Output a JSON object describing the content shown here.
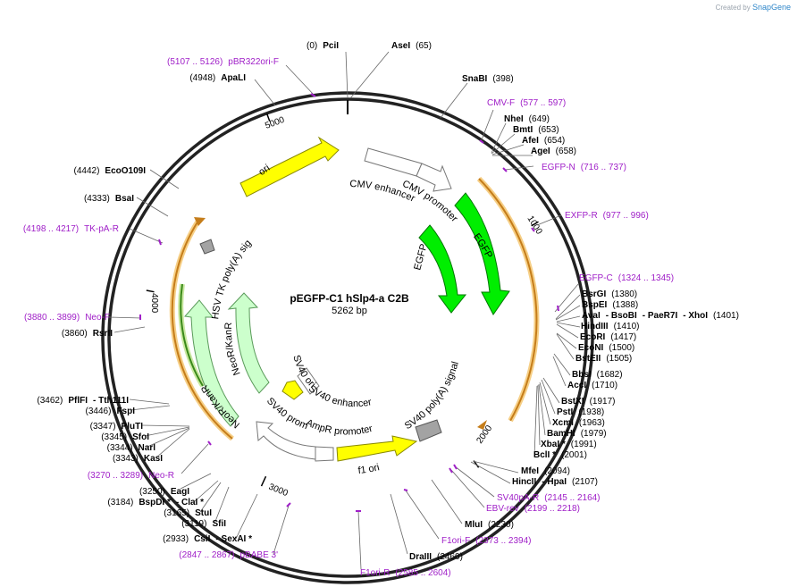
{
  "watermark": {
    "prefix": "Created by",
    "name": "SnapGene"
  },
  "plasmid": {
    "name": "pEGFP-C1 hSlp4-a C2B",
    "length": "5262 bp"
  },
  "ring_ticks": [
    "1000",
    "2000",
    "3000",
    "4000",
    "5000"
  ],
  "features": [
    {
      "id": "ori",
      "label": "ori",
      "color": "#ffff00"
    },
    {
      "id": "cmv-enhancer",
      "label": "CMV enhancer",
      "color": "#ffffff"
    },
    {
      "id": "cmv-promoter",
      "label": "CMV promoter",
      "color": "#ffffff"
    },
    {
      "id": "egfp-outer",
      "label": "EGFP",
      "color": "#00ee00"
    },
    {
      "id": "egfp-inner",
      "label": "EGFP",
      "color": "#00ee00"
    },
    {
      "id": "sv40-polya",
      "label": "SV40 poly(A) signal",
      "color": "#999999"
    },
    {
      "id": "f1-ori",
      "label": "f1 ori",
      "color": "#ffff00"
    },
    {
      "id": "ampr-promoter",
      "label": "AmpR promoter",
      "color": "#ffffff"
    },
    {
      "id": "sv40-promoter",
      "label": "SV40 promoter",
      "color": "#ffffff"
    },
    {
      "id": "sv40-ori",
      "label": "SV40 ori",
      "color": "#ffff00"
    },
    {
      "id": "sv40-enhancer",
      "label": "SV40 enhancer",
      "color": "#ffffff"
    },
    {
      "id": "neo-inner",
      "label": "NeoR/KanR",
      "color": "#ccffcc"
    },
    {
      "id": "neo-outer",
      "label": "NeoR/KanR",
      "color": "#ccffcc"
    },
    {
      "id": "hsv-tk",
      "label": "HSV TK poly(A) signal",
      "color": "#999999"
    }
  ],
  "sites": [
    {
      "id": "pcii",
      "parts": [
        {
          "t": "(0)",
          "c": "pos"
        },
        {
          "t": "PciI",
          "c": "name"
        }
      ]
    },
    {
      "id": "asei",
      "parts": [
        {
          "t": "AseI",
          "c": "name"
        },
        {
          "t": "(65)",
          "c": "pos"
        }
      ]
    },
    {
      "id": "snabi",
      "parts": [
        {
          "t": "SnaBI",
          "c": "name"
        },
        {
          "t": "(398)",
          "c": "pos"
        }
      ]
    },
    {
      "id": "cmv-f",
      "parts": [
        {
          "t": "CMV-F",
          "c": "primer"
        },
        {
          "t": "(577 .. 597)",
          "c": "primer"
        }
      ]
    },
    {
      "id": "nhei",
      "parts": [
        {
          "t": "NheI",
          "c": "name"
        },
        {
          "t": "(649)",
          "c": "pos"
        }
      ]
    },
    {
      "id": "bmti",
      "parts": [
        {
          "t": "BmtI",
          "c": "name"
        },
        {
          "t": "(653)",
          "c": "pos"
        }
      ]
    },
    {
      "id": "afei",
      "parts": [
        {
          "t": "AfeI",
          "c": "name"
        },
        {
          "t": "(654)",
          "c": "pos"
        }
      ]
    },
    {
      "id": "agei",
      "parts": [
        {
          "t": "AgeI",
          "c": "name"
        },
        {
          "t": "(658)",
          "c": "pos"
        }
      ]
    },
    {
      "id": "egfp-n",
      "parts": [
        {
          "t": "EGFP-N",
          "c": "primer"
        },
        {
          "t": "(716 .. 737)",
          "c": "primer"
        }
      ]
    },
    {
      "id": "exfp-r",
      "parts": [
        {
          "t": "EXFP-R",
          "c": "primer"
        },
        {
          "t": "(977 .. 996)",
          "c": "primer"
        }
      ]
    },
    {
      "id": "egfp-c",
      "parts": [
        {
          "t": "EGFP-C",
          "c": "primer"
        },
        {
          "t": "(1324 .. 1345)",
          "c": "primer"
        }
      ]
    },
    {
      "id": "bsrgi",
      "parts": [
        {
          "t": "BsrGI",
          "c": "name"
        },
        {
          "t": "(1380)",
          "c": "pos"
        }
      ]
    },
    {
      "id": "bspei",
      "parts": [
        {
          "t": "BspEI",
          "c": "name"
        },
        {
          "t": "(1388)",
          "c": "pos"
        }
      ]
    },
    {
      "id": "avai",
      "parts": [
        {
          "t": "AvaI",
          "c": "name"
        },
        {
          "t": "- BsoBI",
          "c": "name"
        },
        {
          "t": "- PaeR7I",
          "c": "name"
        },
        {
          "t": "- XhoI",
          "c": "name"
        },
        {
          "t": "(1401)",
          "c": "pos"
        }
      ]
    },
    {
      "id": "hindiii",
      "parts": [
        {
          "t": "HindIII",
          "c": "name"
        },
        {
          "t": "(1410)",
          "c": "pos"
        }
      ]
    },
    {
      "id": "ecori",
      "parts": [
        {
          "t": "EcoRI",
          "c": "name"
        },
        {
          "t": "(1417)",
          "c": "pos"
        }
      ]
    },
    {
      "id": "econi",
      "parts": [
        {
          "t": "EcoNI",
          "c": "name"
        },
        {
          "t": "(1500)",
          "c": "pos"
        }
      ]
    },
    {
      "id": "bsteii",
      "parts": [
        {
          "t": "BstEII",
          "c": "name"
        },
        {
          "t": "(1505)",
          "c": "pos"
        }
      ]
    },
    {
      "id": "bbsi",
      "parts": [
        {
          "t": "BbsI",
          "c": "name"
        },
        {
          "t": "(1682)",
          "c": "pos"
        }
      ]
    },
    {
      "id": "acci",
      "parts": [
        {
          "t": "AccI",
          "c": "name"
        },
        {
          "t": "(1710)",
          "c": "pos"
        }
      ]
    },
    {
      "id": "bstxi",
      "parts": [
        {
          "t": "BstXI",
          "c": "name"
        },
        {
          "t": "(1917)",
          "c": "pos"
        }
      ]
    },
    {
      "id": "psti",
      "parts": [
        {
          "t": "PstI",
          "c": "name"
        },
        {
          "t": "(1938)",
          "c": "pos"
        }
      ]
    },
    {
      "id": "xcmi",
      "parts": [
        {
          "t": "XcmI",
          "c": "name"
        },
        {
          "t": "(1963)",
          "c": "pos"
        }
      ]
    },
    {
      "id": "bamhi",
      "parts": [
        {
          "t": "BamHI",
          "c": "name"
        },
        {
          "t": "(1979)",
          "c": "pos"
        }
      ]
    },
    {
      "id": "xbai",
      "parts": [
        {
          "t": "XbaI *",
          "c": "name"
        },
        {
          "t": "(1991)",
          "c": "pos"
        }
      ]
    },
    {
      "id": "bcli",
      "parts": [
        {
          "t": "BclI *",
          "c": "name"
        },
        {
          "t": "(2001)",
          "c": "pos"
        }
      ]
    },
    {
      "id": "mfei",
      "parts": [
        {
          "t": "MfeI",
          "c": "name"
        },
        {
          "t": "(2094)",
          "c": "pos"
        }
      ]
    },
    {
      "id": "hincii",
      "parts": [
        {
          "t": "HincII",
          "c": "name"
        },
        {
          "t": "- HpaI",
          "c": "name"
        },
        {
          "t": "(2107)",
          "c": "pos"
        }
      ]
    },
    {
      "id": "sv40pa-r",
      "parts": [
        {
          "t": "SV40pA-R",
          "c": "primer"
        },
        {
          "t": "(2145 .. 2164)",
          "c": "primer"
        }
      ]
    },
    {
      "id": "ebv-rev",
      "parts": [
        {
          "t": "EBV-rev",
          "c": "primer"
        },
        {
          "t": "(2199 .. 2218)",
          "c": "primer"
        }
      ]
    },
    {
      "id": "mlui",
      "parts": [
        {
          "t": "MluI",
          "c": "name"
        },
        {
          "t": "(2230)",
          "c": "pos"
        }
      ]
    },
    {
      "id": "f1ori-f",
      "parts": [
        {
          "t": "F1ori-F",
          "c": "primer"
        },
        {
          "t": "(2373 .. 2394)",
          "c": "primer"
        }
      ]
    },
    {
      "id": "draiii",
      "parts": [
        {
          "t": "DraIII",
          "c": "name"
        },
        {
          "t": "(2460)",
          "c": "pos"
        }
      ]
    },
    {
      "id": "f1ori-r",
      "parts": [
        {
          "t": "F1ori-R",
          "c": "primer"
        },
        {
          "t": "(2585 .. 2604)",
          "c": "primer"
        }
      ]
    },
    {
      "id": "pbabe3",
      "parts": [
        {
          "t": "(2847 .. 2867)",
          "c": "primer"
        },
        {
          "t": "pBABE 3'",
          "c": "primer"
        }
      ]
    },
    {
      "id": "csii",
      "parts": [
        {
          "t": "(2933)",
          "c": "pos"
        },
        {
          "t": "CsiI",
          "c": "name"
        },
        {
          "t": "- SexAI *",
          "c": "name"
        }
      ]
    },
    {
      "id": "sfii",
      "parts": [
        {
          "t": "(3119)",
          "c": "pos"
        },
        {
          "t": "SfiI",
          "c": "name"
        }
      ]
    },
    {
      "id": "stui",
      "parts": [
        {
          "t": "(3165)",
          "c": "pos"
        },
        {
          "t": "StuI",
          "c": "name"
        }
      ]
    },
    {
      "id": "bspdi",
      "parts": [
        {
          "t": "(3184)",
          "c": "pos"
        },
        {
          "t": "BspDI *",
          "c": "name"
        },
        {
          "t": "- ClaI *",
          "c": "name"
        }
      ]
    },
    {
      "id": "eagi",
      "parts": [
        {
          "t": "(3250)",
          "c": "pos"
        },
        {
          "t": "EagI",
          "c": "name"
        }
      ]
    },
    {
      "id": "neo-r",
      "parts": [
        {
          "t": "(3270 .. 3289)",
          "c": "primer"
        },
        {
          "t": "Neo-R",
          "c": "primer"
        }
      ]
    },
    {
      "id": "kasi",
      "parts": [
        {
          "t": "(3343)",
          "c": "pos"
        },
        {
          "t": "KasI",
          "c": "name"
        }
      ]
    },
    {
      "id": "nari",
      "parts": [
        {
          "t": "(3344)",
          "c": "pos"
        },
        {
          "t": "NarI",
          "c": "name"
        }
      ]
    },
    {
      "id": "sfoi",
      "parts": [
        {
          "t": "(3345)",
          "c": "pos"
        },
        {
          "t": "SfoI",
          "c": "name"
        }
      ]
    },
    {
      "id": "pluti",
      "parts": [
        {
          "t": "(3347)",
          "c": "pos"
        },
        {
          "t": "PluTI",
          "c": "name"
        }
      ]
    },
    {
      "id": "fspi",
      "parts": [
        {
          "t": "(3446)",
          "c": "pos"
        },
        {
          "t": "FspI",
          "c": "name"
        }
      ]
    },
    {
      "id": "pflfi",
      "parts": [
        {
          "t": "(3462)",
          "c": "pos"
        },
        {
          "t": "PflFI",
          "c": "name"
        },
        {
          "t": "- Tth111I",
          "c": "name"
        }
      ]
    },
    {
      "id": "rsrii",
      "parts": [
        {
          "t": "(3860)",
          "c": "pos"
        },
        {
          "t": "RsrII",
          "c": "name"
        }
      ]
    },
    {
      "id": "neo-f",
      "parts": [
        {
          "t": "(3880 .. 3899)",
          "c": "primer"
        },
        {
          "t": "Neo-F",
          "c": "primer"
        }
      ]
    },
    {
      "id": "tk-pa-r",
      "parts": [
        {
          "t": "(4198 .. 4217)",
          "c": "primer"
        },
        {
          "t": "TK-pA-R",
          "c": "primer"
        }
      ]
    },
    {
      "id": "bsai",
      "parts": [
        {
          "t": "(4333)",
          "c": "pos"
        },
        {
          "t": "BsaI",
          "c": "name"
        }
      ]
    },
    {
      "id": "ecoo109i",
      "parts": [
        {
          "t": "(4442)",
          "c": "pos"
        },
        {
          "t": "EcoO109I",
          "c": "name"
        }
      ]
    },
    {
      "id": "apali",
      "parts": [
        {
          "t": "(4948)",
          "c": "pos"
        },
        {
          "t": "ApaLI",
          "c": "name"
        }
      ]
    },
    {
      "id": "pbr322ori-f",
      "parts": [
        {
          "t": "(5107 .. 5126)",
          "c": "primer"
        },
        {
          "t": "pBR322ori-F",
          "c": "primer"
        }
      ]
    }
  ]
}
